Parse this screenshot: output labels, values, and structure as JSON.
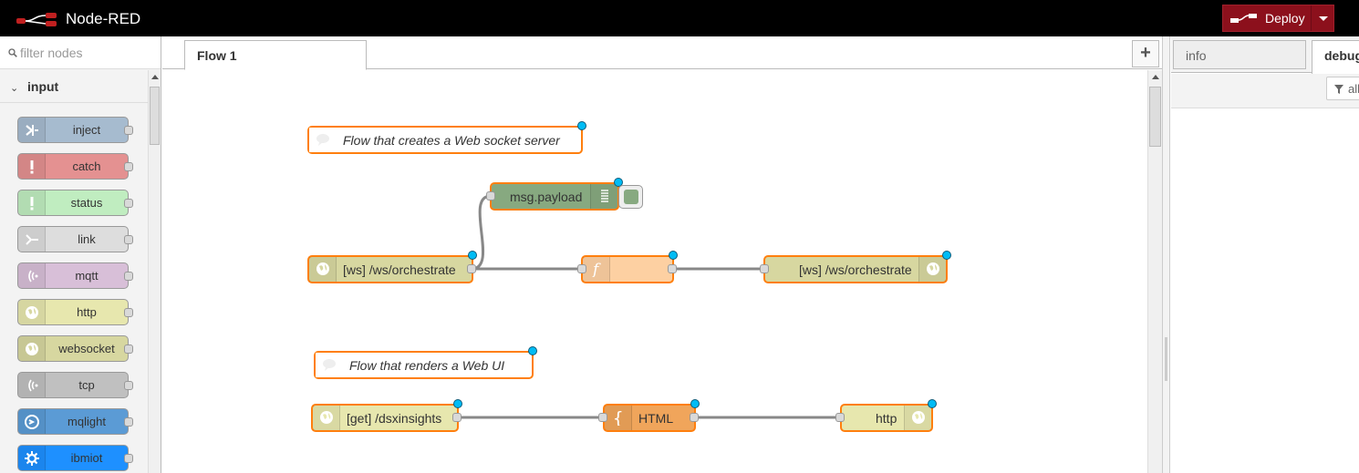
{
  "header": {
    "title": "Node-RED",
    "deploy_label": "Deploy",
    "deploy_color": "#8c101c"
  },
  "palette": {
    "search_placeholder": "filter nodes",
    "category": "input",
    "nodes": [
      {
        "label": "inject",
        "color": "#a6bbcf",
        "icon": "arrow-in-icon"
      },
      {
        "label": "catch",
        "color": "#e49191",
        "icon": "exclamation-icon"
      },
      {
        "label": "status",
        "color": "#c0edc0",
        "icon": "exclamation-icon"
      },
      {
        "label": "link",
        "color": "#dddddd",
        "icon": "link-icon"
      },
      {
        "label": "mqtt",
        "color": "#d8bfd8",
        "icon": "bridge-icon"
      },
      {
        "label": "http",
        "color": "#e7e7ae",
        "icon": "globe-icon"
      },
      {
        "label": "websocket",
        "color": "#d7d7a0",
        "icon": "globe-icon"
      },
      {
        "label": "tcp",
        "color": "#c0c0c0",
        "icon": "bridge-icon"
      },
      {
        "label": "mqlight",
        "color": "#5b9bd5",
        "icon": "mqlight-icon"
      },
      {
        "label": "ibmiot",
        "color": "#1e90ff",
        "icon": "gear-icon"
      }
    ]
  },
  "workspace": {
    "tab_label": "Flow 1",
    "add_tab_label": "+"
  },
  "flow": {
    "comment1": "Flow that creates a Web socket server",
    "debug_label": "msg.payload",
    "ws_in_label": "[ws] /ws/orchestrate",
    "function_label": "",
    "ws_out_label": "[ws] /ws/orchestrate",
    "comment2": "Flow that renders a Web UI",
    "http_in_label": "[get] /dsxinsights",
    "template_label": "HTML",
    "http_out_label": "http"
  },
  "sidebar": {
    "tab_info": "info",
    "tab_debug": "debug",
    "filter_label": "all"
  }
}
